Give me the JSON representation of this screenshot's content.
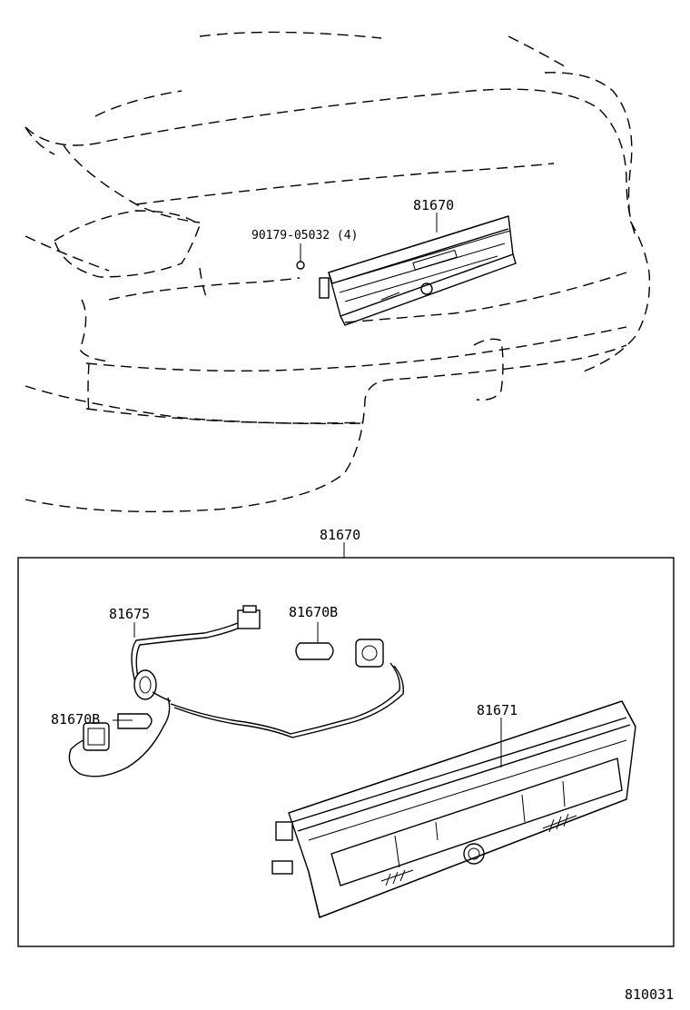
{
  "diagram": {
    "callouts": [
      {
        "id": "upper-assembly",
        "text": "81670"
      },
      {
        "id": "nut",
        "text": "90179-05032 (4)"
      },
      {
        "id": "box-assembly",
        "text": "81670"
      },
      {
        "id": "wire",
        "text": "81675"
      },
      {
        "id": "bulb-right",
        "text": "81670B"
      },
      {
        "id": "bulb-left",
        "text": "81670B"
      },
      {
        "id": "lens",
        "text": "81671"
      }
    ],
    "figure_number": "810031"
  }
}
